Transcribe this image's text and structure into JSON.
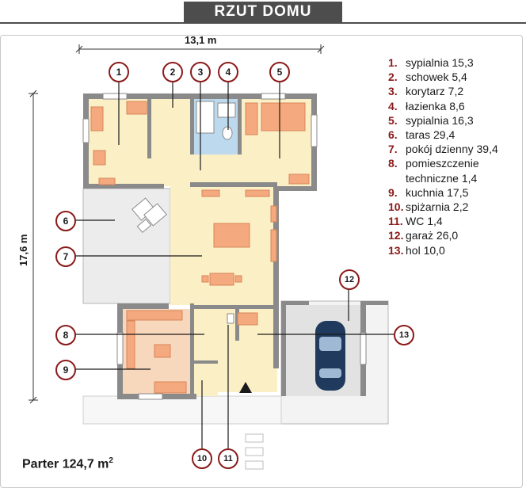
{
  "header": {
    "title": "RZUT DOMU"
  },
  "dimensions": {
    "width": "13,1 m",
    "depth": "17,6 m"
  },
  "rooms": [
    {
      "num": "1.",
      "name": "sypialnia 15,3"
    },
    {
      "num": "2.",
      "name": "schowek 5,4"
    },
    {
      "num": "3.",
      "name": "korytarz 7,2"
    },
    {
      "num": "4.",
      "name": "łazienka 8,6"
    },
    {
      "num": "5.",
      "name": "sypialnia 16,3"
    },
    {
      "num": "6.",
      "name": "taras 29,4"
    },
    {
      "num": "7.",
      "name": "pokój dzienny 39,4"
    },
    {
      "num": "8.",
      "name": "pomieszczenie techniczne 1,4"
    },
    {
      "num": "9.",
      "name": "kuchnia 17,5"
    },
    {
      "num": "10.",
      "name": "spiżarnia 2,2"
    },
    {
      "num": "11.",
      "name": "WC 1,4"
    },
    {
      "num": "12.",
      "name": "garaż 26,0"
    },
    {
      "num": "13.",
      "name": "hol 10,0"
    }
  ],
  "markers": [
    "1",
    "2",
    "3",
    "4",
    "5",
    "6",
    "7",
    "8",
    "9",
    "10",
    "11",
    "12",
    "13"
  ],
  "footer": {
    "label": "Parter 124,7 m",
    "sup": "2"
  },
  "colors": {
    "wall": "#8a8a8a",
    "room": "#fbefc6",
    "bath": "#bcd9ee",
    "terrace": "#ececec",
    "kitchen": "#f8d8bd",
    "furniture": "#f4a97e",
    "marker": "#8b1a1a"
  }
}
